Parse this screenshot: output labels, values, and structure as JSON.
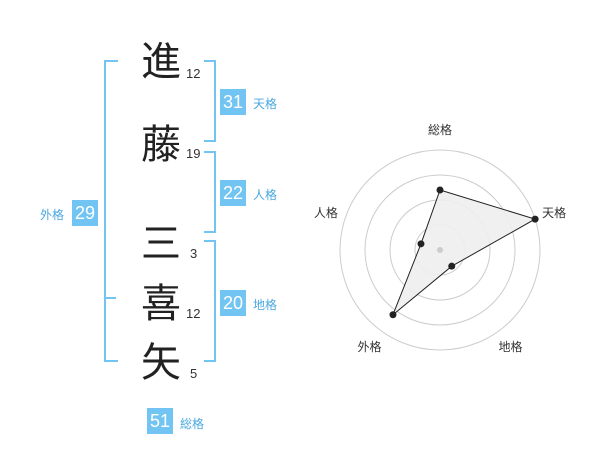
{
  "name": {
    "characters": [
      {
        "char": "進",
        "strokes": "12"
      },
      {
        "char": "藤",
        "strokes": "19"
      },
      {
        "char": "三",
        "strokes": "3"
      },
      {
        "char": "喜",
        "strokes": "12"
      },
      {
        "char": "矢",
        "strokes": "5"
      }
    ]
  },
  "fortunes": {
    "tenkaku": {
      "value": "31",
      "label": "天格"
    },
    "jinkaku": {
      "value": "22",
      "label": "人格"
    },
    "chikaku": {
      "value": "20",
      "label": "地格"
    },
    "gaikaku": {
      "value": "29",
      "label": "外格"
    },
    "soukaku": {
      "value": "51",
      "label": "総格"
    }
  },
  "chart_data": {
    "type": "radar",
    "axes": [
      "総格",
      "天格",
      "地格",
      "外格",
      "人格"
    ],
    "values": [
      3,
      5,
      1,
      4,
      1
    ],
    "max": 5,
    "rings": 4,
    "colors": {
      "fill": "#eeeeee",
      "line": "#222222",
      "ring": "#cccccc"
    }
  }
}
